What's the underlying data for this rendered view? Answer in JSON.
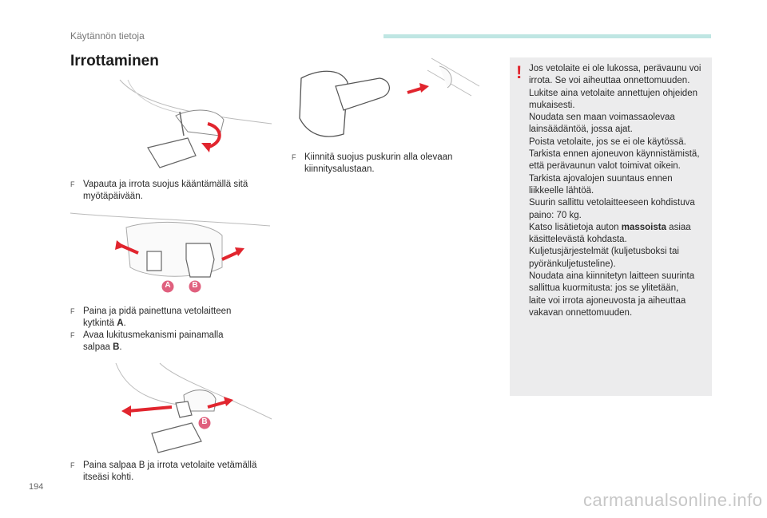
{
  "header": {
    "section": "Käytännön tietoja",
    "title": "Irrottaminen"
  },
  "bullet_symbol": "F",
  "step1": {
    "lines": [
      "Vapauta ja irrota suojus kääntämällä sitä",
      "myötäpäivään."
    ]
  },
  "callouts": {
    "a": "A",
    "b": "B"
  },
  "step2": {
    "item1": {
      "pre": "Paina ja pidä painettuna vetolaitteen",
      "line2_pre": "kytkintä ",
      "bold": "A",
      "post": "."
    },
    "item2": {
      "pre": "Avaa lukitusmekanismi painamalla",
      "line2_pre": "salpaa ",
      "bold": "B",
      "post": "."
    }
  },
  "step3": {
    "lines": [
      "Paina salpaa B ja irrota vetolaite vetämällä",
      "itseäsi kohti."
    ]
  },
  "step4": {
    "lines": [
      "Kiinnitä suojus puskurin alla olevaan",
      "kiinnitysalustaan."
    ]
  },
  "warning": {
    "mark": "!",
    "lines": [
      "Jos vetolaite ei ole lukossa, perävaunu voi",
      "irrota. Se voi aiheuttaa onnettomuuden.",
      "Lukitse aina vetolaite annettujen ohjeiden",
      "mukaisesti.",
      "Noudata sen maan voimassaolevaa",
      "lainsäädäntöä, jossa ajat.",
      "Poista vetolaite, jos se ei ole käytössä.",
      "Tarkista ennen ajoneuvon käynnistämistä,",
      "että perävaunun valot toimivat oikein.",
      "Tarkista ajovalojen suuntaus ennen",
      "liikkeelle lähtöä.",
      "Suurin sallittu vetolaitteeseen kohdistuva",
      "paino: 70 kg."
    ],
    "massoista_pre": "Katso lisätietoja auton ",
    "massoista_bold": "massoista",
    "massoista_post": " asiaa",
    "lines_after": [
      "käsittelevästä kohdasta.",
      "Kuljetusjärjestelmät (kuljetusboksi tai",
      "pyöränkuljetusteline).",
      "Noudata aina kiinnitetyn laitteen suurinta",
      "sallittua kuormitusta: jos se ylitetään,",
      "laite voi irrota ajoneuvosta ja aiheuttaa",
      "vakavan onnettomuuden."
    ]
  },
  "footer": {
    "page_number": "194",
    "watermark": "carmanualsonline.info"
  },
  "colors": {
    "accent_teal": "#bfe6e3",
    "warning_red": "#e1252e",
    "arrow_red": "#e1252e",
    "callout_pink": "#e0607e",
    "box_gray": "#ececed"
  }
}
